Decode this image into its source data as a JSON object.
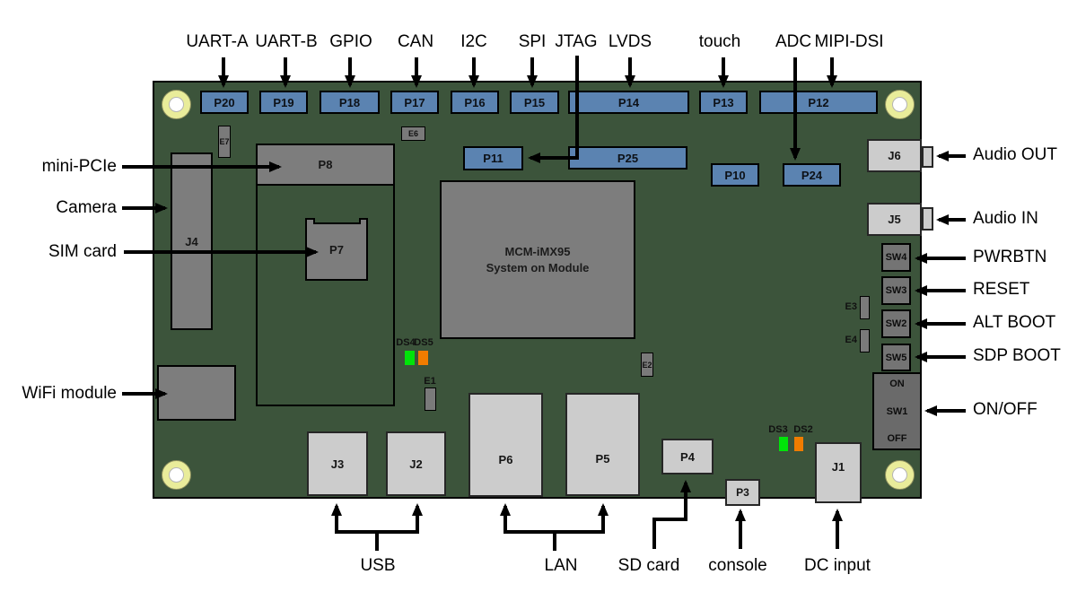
{
  "colors": {
    "board_green": "#3c543b",
    "conn_blue": "#5b83b1",
    "gray_dark": "#7d7d7d",
    "gray_light": "#cccccc",
    "jumper_gray": "#7a7a7a",
    "sw_gray": "#747474",
    "sw1_gray": "#6a6a6a",
    "hole_yellow": "#e9ec9a",
    "led_green": "#00e409",
    "led_orange": "#f07c00"
  },
  "som": {
    "line1": "MCM-iMX95",
    "line2": "System on Module"
  },
  "callouts": {
    "top": {
      "uart_a": "UART-A",
      "uart_b": "UART-B",
      "gpio": "GPIO",
      "can": "CAN",
      "i2c": "I2C",
      "spi": "SPI",
      "jtag": "JTAG",
      "lvds": "LVDS",
      "touch": "touch",
      "adc": "ADC",
      "mipi_dsi": "MIPI-DSI"
    },
    "left": {
      "mini_pcie": "mini-PCIe",
      "camera": "Camera",
      "sim_card": "SIM card",
      "wifi_module": "WiFi module"
    },
    "right": {
      "audio_out": "Audio OUT",
      "audio_in": "Audio IN",
      "pwrbtn": "PWRBTN",
      "reset": "RESET",
      "alt_boot": "ALT BOOT",
      "sdp_boot": "SDP BOOT",
      "on_off": "ON/OFF"
    },
    "bottom": {
      "usb": "USB",
      "lan": "LAN",
      "sd_card": "SD card",
      "console": "console",
      "dc_input": "DC input"
    }
  },
  "refs": {
    "P20": "P20",
    "P19": "P19",
    "P18": "P18",
    "P17": "P17",
    "P16": "P16",
    "P15": "P15",
    "P14": "P14",
    "P13": "P13",
    "P12": "P12",
    "P11": "P11",
    "P25": "P25",
    "P10": "P10",
    "P24": "P24",
    "P8": "P8",
    "P7": "P7",
    "J4": "J4",
    "J6": "J6",
    "J5": "J5",
    "SW4": "SW4",
    "SW3": "SW3",
    "SW2": "SW2",
    "SW5": "SW5",
    "SW1": "SW1",
    "SW1_on": "ON",
    "SW1_off": "OFF",
    "E1": "E1",
    "E2": "E2",
    "E3": "E3",
    "E4": "E4",
    "E6": "E6",
    "E7": "E7",
    "DS2": "DS2",
    "DS3": "DS3",
    "DS4": "DS4",
    "DS5": "DS5",
    "J3": "J3",
    "J2": "J2",
    "P6": "P6",
    "P5": "P5",
    "P4": "P4",
    "P3": "P3",
    "J1": "J1"
  }
}
